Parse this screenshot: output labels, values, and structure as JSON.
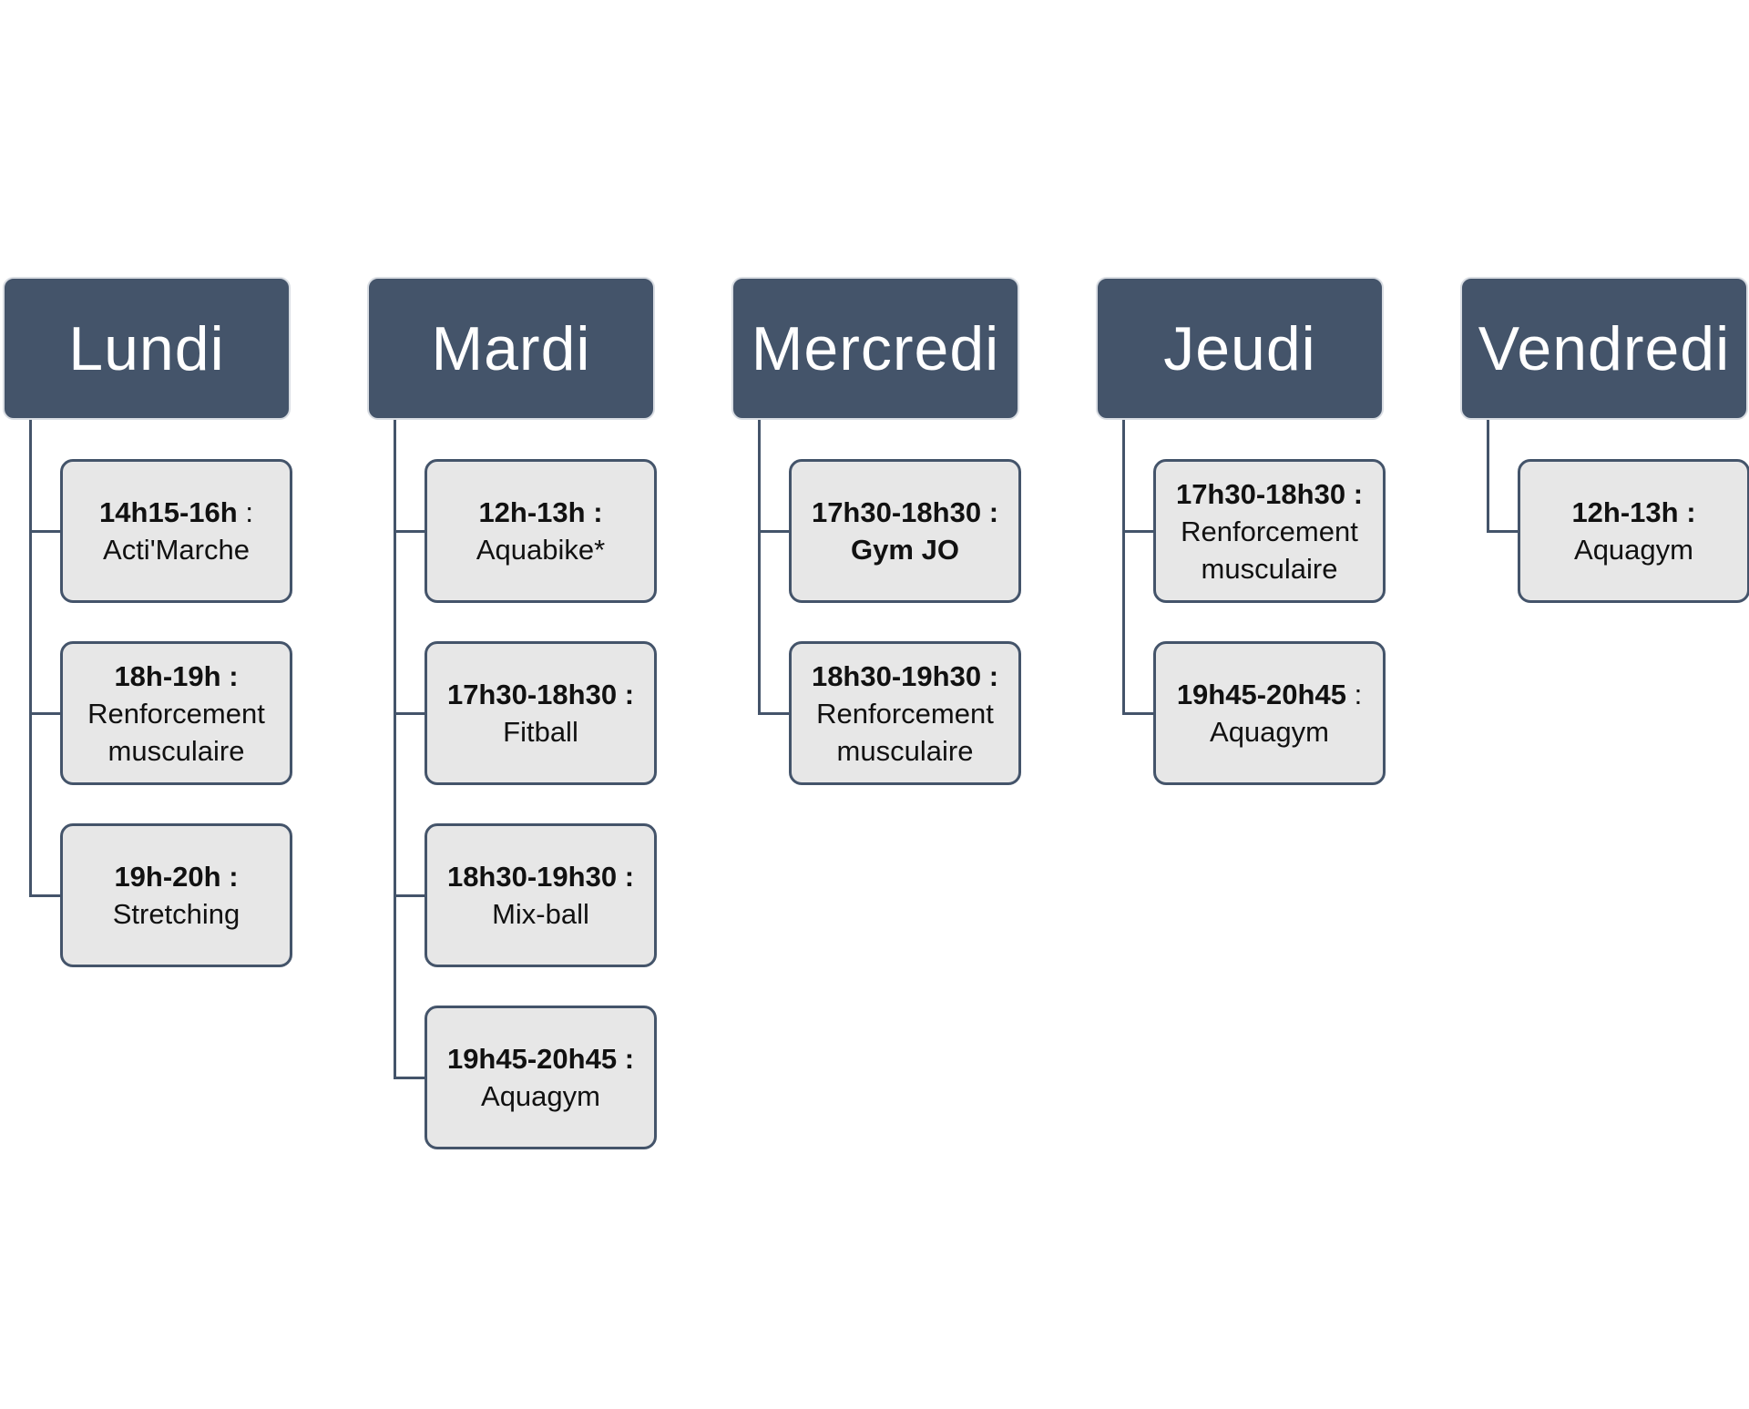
{
  "days": [
    {
      "name": "Lundi",
      "slots": [
        {
          "time": "14h15-16h",
          "sep": ":",
          "sep_bold": false,
          "activity": "Acti'Marche",
          "activity_bold": false
        },
        {
          "time": "18h-19h",
          "sep": ":",
          "sep_bold": true,
          "activity": "Renforcement musculaire",
          "activity_bold": false
        },
        {
          "time": "19h-20h",
          "sep": ":",
          "sep_bold": true,
          "activity": "Stretching",
          "activity_bold": false
        }
      ]
    },
    {
      "name": "Mardi",
      "slots": [
        {
          "time": "12h-13h",
          "sep": ":",
          "sep_bold": true,
          "activity": "Aquabike*",
          "activity_bold": false
        },
        {
          "time": "17h30-18h30",
          "sep": ":",
          "sep_bold": true,
          "activity": "Fitball",
          "activity_bold": false
        },
        {
          "time": "18h30-19h30",
          "sep": ":",
          "sep_bold": true,
          "activity": "Mix-ball",
          "activity_bold": false
        },
        {
          "time": "19h45-20h45",
          "sep": ":",
          "sep_bold": true,
          "activity": "Aquagym",
          "activity_bold": false
        }
      ]
    },
    {
      "name": "Mercredi",
      "slots": [
        {
          "time": "17h30-18h30",
          "sep": ":",
          "sep_bold": true,
          "activity": "Gym JO",
          "activity_bold": true
        },
        {
          "time": "18h30-19h30",
          "sep": ":",
          "sep_bold": true,
          "activity": "Renforcement musculaire",
          "activity_bold": false
        }
      ]
    },
    {
      "name": "Jeudi",
      "slots": [
        {
          "time": "17h30-18h30",
          "sep": ":",
          "sep_bold": true,
          "activity": "Renforcement musculaire",
          "activity_bold": false
        },
        {
          "time": "19h45-20h45",
          "sep": ":",
          "sep_bold": false,
          "activity": "Aquagym",
          "activity_bold": false
        }
      ]
    },
    {
      "name": "Vendredi",
      "slots": [
        {
          "time": "12h-13h",
          "sep": ":",
          "sep_bold": true,
          "activity": "Aquagym",
          "activity_bold": false
        }
      ]
    }
  ],
  "colors": {
    "header_fill": "#44546a",
    "header_text": "#ffffff",
    "slot_fill": "#e7e7e7",
    "slot_border": "#44546a",
    "connector": "#44546a"
  }
}
